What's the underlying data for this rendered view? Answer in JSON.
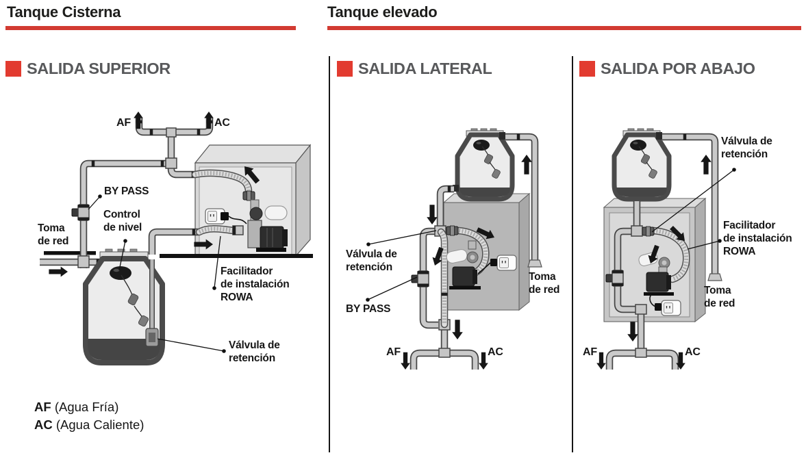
{
  "headers": {
    "cisterna": "Tanque Cisterna",
    "elevado": "Tanque elevado"
  },
  "sections": {
    "superior": {
      "title": "SALIDA SUPERIOR",
      "labels": {
        "af": "AF",
        "ac": "AC",
        "bypass": "BY PASS",
        "toma": "Toma\nde red",
        "control": "Control\nde nivel",
        "facilitador": "Facilitador\nde instalación\nROWA",
        "valvula": "Válvula de\nretención"
      }
    },
    "lateral": {
      "title": "SALIDA LATERAL",
      "labels": {
        "valvula": "Válvula de\nretención",
        "bypass": "BY PASS",
        "toma": "Toma\nde red",
        "af": "AF",
        "ac": "AC"
      }
    },
    "abajo": {
      "title": "SALIDA POR ABAJO",
      "labels": {
        "valvula": "Válvula de\nretención",
        "facilitador": "Facilitador\nde instalación\nROWA",
        "toma": "Toma\nde red",
        "af": "AF",
        "ac": "AC"
      }
    }
  },
  "legend": {
    "items": [
      {
        "abbr": "AF",
        "desc": "(Agua Fría)"
      },
      {
        "abbr": "AC",
        "desc": "(Agua Caliente)"
      }
    ]
  },
  "colors": {
    "accent_red": "#e23b30",
    "bar_red": "#d23b32",
    "title_gray": "#58595b"
  }
}
